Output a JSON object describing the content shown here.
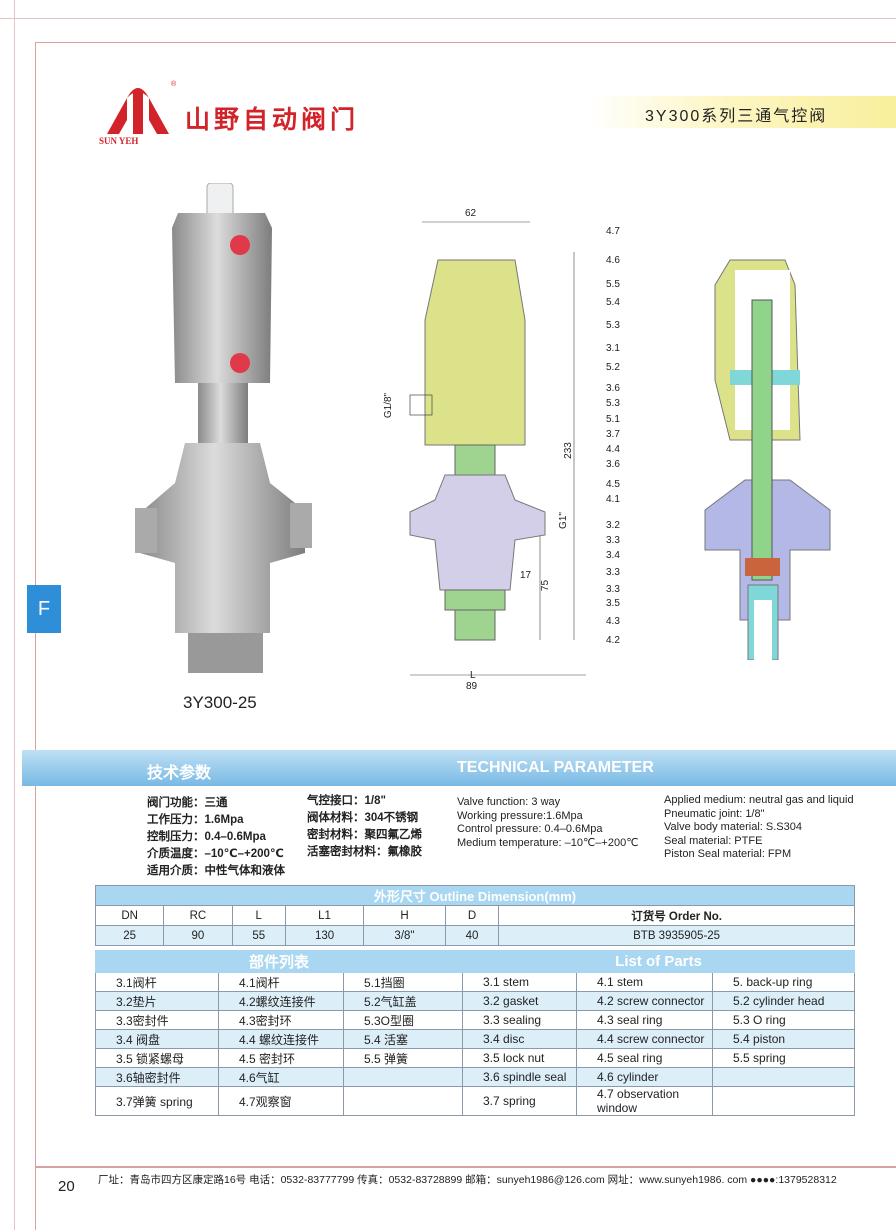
{
  "header": {
    "brand_cn": "山野自动阀门",
    "brand_en": "SUN YEH",
    "series_title": "3Y300系列三通气控阀"
  },
  "side_tab": "F",
  "product": {
    "caption": "3Y300-25"
  },
  "dimension_drawing": {
    "labels": [
      "62",
      "G1/8\"",
      "233",
      "G1\"",
      "17",
      "75",
      "L",
      "89"
    ]
  },
  "section_drawing": {
    "callouts": [
      "4.7",
      "4.6",
      "5.5",
      "5.4",
      "5.3",
      "3.1",
      "5.2",
      "3.6",
      "5.3",
      "5.1",
      "3.7",
      "4.4",
      "3.6",
      "4.5",
      "4.1",
      "3.2",
      "3.3",
      "3.4",
      "3.3",
      "3.3",
      "3.5",
      "4.3",
      "4.2"
    ]
  },
  "banner": {
    "cn": "技术参数",
    "en": "TECHNICAL PARAMETER"
  },
  "specs_cn_col1": [
    "阀门功能：三通",
    "工作压力：1.6Mpa",
    "控制压力：0.4–0.6Mpa",
    "介质温度：–10℃–+200℃",
    "适用介质：中性气体和液体"
  ],
  "specs_cn_col2": [
    "气控接口：1/8\"",
    "阀体材料：304不锈钢",
    "密封材料：聚四氟乙烯",
    "活塞密封材料：氟橡胶"
  ],
  "specs_en_col1": [
    "Valve function: 3 way",
    "Working pressure:1.6Mpa",
    "Control pressure: 0.4–0.6Mpa",
    "Medium temperature: –10℃–+200℃"
  ],
  "specs_en_col2": [
    "Applied medium: neutral gas and liquid",
    "Pneumatic joint: 1/8\"",
    "Valve body material: S.S304",
    "Seal material: PTFE",
    "Piston Seal material: FPM"
  ],
  "outline": {
    "title": "外形尺寸  Outline Dimension(mm)",
    "headers": [
      "DN",
      "RC",
      "L",
      "L1",
      "H",
      "D",
      "订货号 Order No."
    ],
    "row": [
      "25",
      "90",
      "55",
      "130",
      "3/8\"",
      "40",
      "BTB 3935905-25"
    ]
  },
  "parts": {
    "title_cn": "部件列表",
    "title_en": "List of Parts",
    "rows": [
      [
        "3.1阀杆",
        "4.1阀杆",
        "5.1挡圈",
        "3.1 stem",
        "4.1 stem",
        "5. back-up ring"
      ],
      [
        "3.2垫片",
        "4.2螺纹连接件",
        "5.2气缸盖",
        "3.2 gasket",
        "4.2 screw connector",
        "5.2  cylinder head"
      ],
      [
        "3.3密封件",
        "4.3密封环",
        "5.3O型圈",
        "3.3 sealing",
        "4.3 seal ring",
        "5.3  O ring"
      ],
      [
        "3.4 阀盘",
        "4.4 螺纹连接件",
        "5.4 活塞",
        "3.4 disc",
        "4.4  screw connector",
        "5.4  piston"
      ],
      [
        "3.5 锁紧螺母",
        "4.5 密封环",
        "5.5 弹簧",
        "3.5 lock nut",
        "4.5 seal ring",
        "5.5  spring"
      ],
      [
        "3.6轴密封件",
        "4.6气缸",
        "",
        "3.6 spindle seal",
        "4.6 cylinder",
        ""
      ],
      [
        "3.7弹簧 spring",
        "4.7观察窗",
        "",
        "3.7 spring",
        "4.7 observation window",
        ""
      ]
    ]
  },
  "footer": {
    "page": "20",
    "text": "厂址：青岛市四方区康定路16号  电话：0532-83777799  传真：0532-83728899  邮箱：sunyeh1986@126.com  网址：www.sunyeh1986. com  ●●●●:1379528312"
  }
}
